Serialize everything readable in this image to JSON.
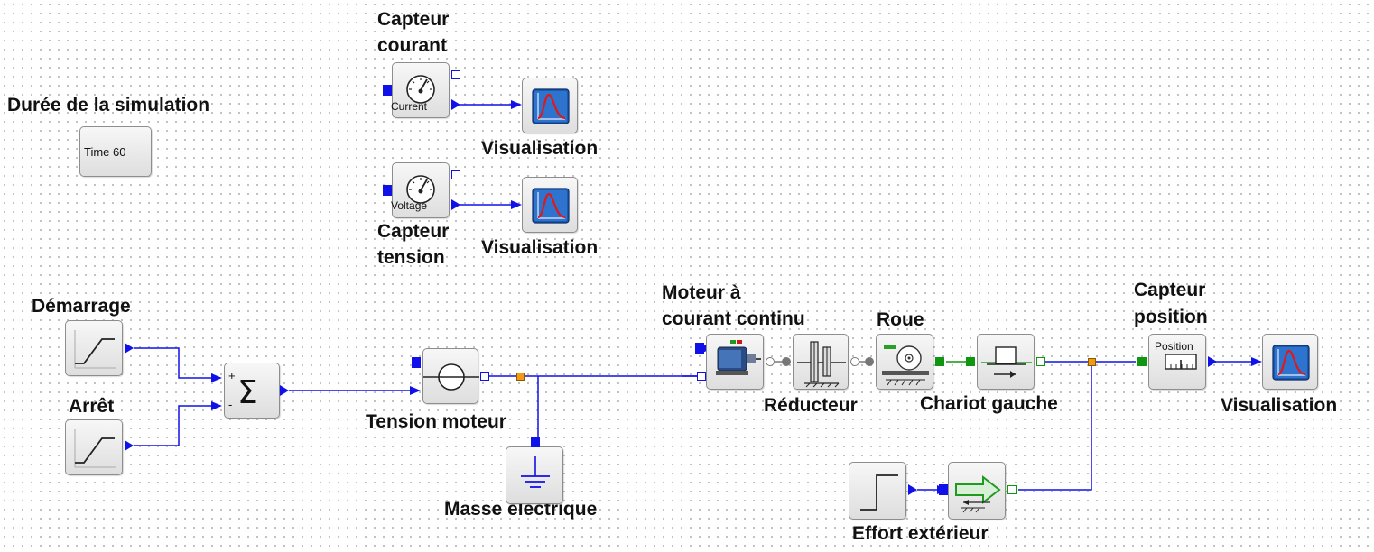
{
  "labels": {
    "duree": "Durée de la simulation",
    "capteur_courant_1": "Capteur",
    "capteur_courant_2": "courant",
    "visu1": "Visualisation",
    "visu2": "Visualisation",
    "visu3": "Visualisation",
    "capteur_tension_1": "Capteur",
    "capteur_tension_2": "tension",
    "demarrage": "Démarrage",
    "arret": "Arrêt",
    "tension_moteur": "Tension moteur",
    "masse": "Masse électrique",
    "moteur_1": "Moteur à",
    "moteur_2": "courant continu",
    "reducteur": "Réducteur",
    "roue": "Roue",
    "chariot": "Chariot gauche",
    "capteur_position_1": "Capteur",
    "capteur_position_2": "position",
    "effort": "Effort extérieur"
  },
  "blocks": {
    "time_text": "Time 60",
    "current_text": "Current",
    "voltage_text": "Voltage",
    "position_text": "Position",
    "sum_plus": "+",
    "sum_minus": "-"
  },
  "icons": {
    "clock": "clock-icon",
    "ammeter": "ammeter-icon",
    "voltmeter": "voltmeter-icon",
    "scope": "scope-icon",
    "ramp": "ramp-icon",
    "sum": "sum-icon",
    "voltage_source": "voltage-source-icon",
    "ground": "ground-icon",
    "dc_motor": "dc-motor-icon",
    "gearbox": "gearbox-icon",
    "wheel": "wheel-icon",
    "cart": "cart-icon",
    "position_sensor": "position-sensor-icon",
    "step": "step-icon",
    "force_source": "force-source-icon"
  },
  "colors": {
    "wire": "#1010e8",
    "split": "#f29a12",
    "mechanical_port": "#109610",
    "scope_screen": "#1c5ab0",
    "scope_curve": "#e01818",
    "block_face": "#eeeeee"
  }
}
